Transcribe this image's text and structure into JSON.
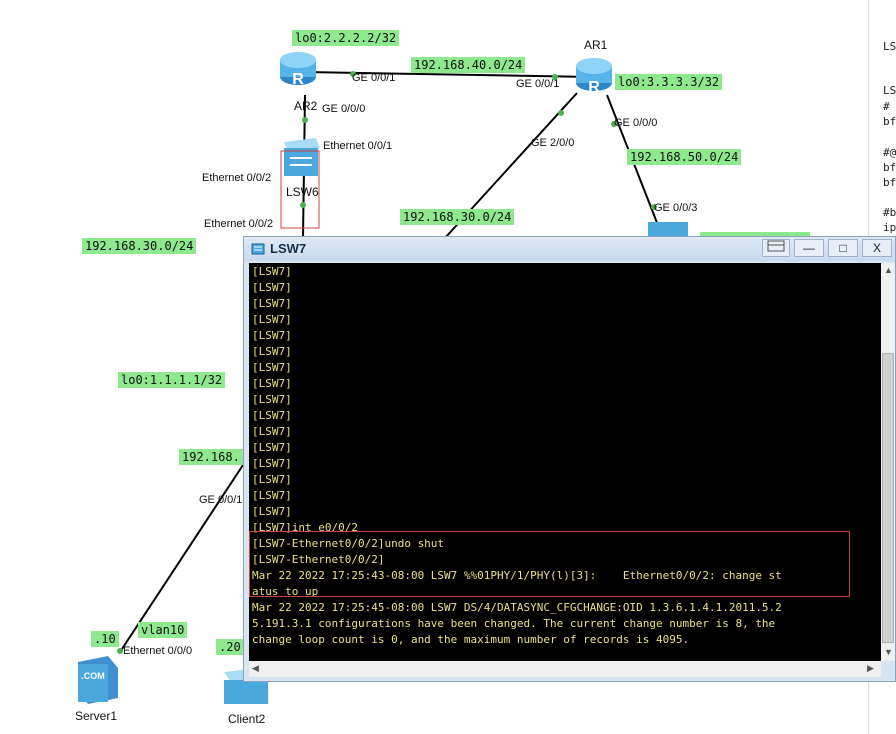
{
  "topology": {
    "devices": {
      "ar2": "AR2",
      "ar1": "AR1",
      "lsw6": "LSW6",
      "server1": "Server1",
      "client2": "Client2"
    },
    "subnets": {
      "lo_ar2": "lo0:2.2.2.2/32",
      "net40": "192.168.40.0/24",
      "lo_ar1": "lo0:3.3.3.3/32",
      "net50": "192.168.50.0/24",
      "net30": "192.168.30.0/24",
      "net_partial": "192.168.30.0/24",
      "lo_lsw": "lo0:1.1.1.1/32",
      "net_left_partial": "192.168.",
      "ip10": ".10",
      "vlan10": "vlan10",
      "ip20": ".20"
    },
    "ports": {
      "ar2_ge001": "GE 0/0/1",
      "ar1_ge001": "GE 0/0/1",
      "ar2_ge000": "GE 0/0/0",
      "lsw6_eth001": "Ethernet 0/0/1",
      "lsw6_eth002_a": "Ethernet 0/0/2",
      "lsw6_eth002_b": "Ethernet 0/0/2",
      "ar1_ge200": "GE 2/0/0",
      "ar1_ge000": "GE 0/0/0",
      "ge003": "GE 0/0/3",
      "ge001_left": "GE 0/0/1",
      "server_eth000": "Ethernet 0/0/0"
    },
    "side_strip": [
      "LS",
      "LS",
      "#",
      "bf",
      "#@",
      "bf",
      "bf",
      "#b",
      "ip"
    ]
  },
  "window": {
    "title": "LSW7",
    "controls": {
      "minimize": "—",
      "maximize": "□",
      "close": "X"
    },
    "console_lines": [
      "[LSW7]",
      "[LSW7]",
      "[LSW7]",
      "[LSW7]",
      "[LSW7]",
      "[LSW7]",
      "[LSW7]",
      "[LSW7]",
      "[LSW7]",
      "[LSW7]",
      "[LSW7]",
      "[LSW7]",
      "[LSW7]",
      "[LSW7]",
      "[LSW7]",
      "[LSW7]",
      "[LSW7]int e0/0/2",
      "[LSW7-Ethernet0/0/2]undo shut",
      "[LSW7-Ethernet0/0/2]",
      "Mar 22 2022 17:25:43-08:00 LSW7 %%01PHY/1/PHY(l)[3]:    Ethernet0/0/2: change st",
      "atus to up",
      "Mar 22 2022 17:25:45-08:00 LSW7 DS/4/DATASYNC_CFGCHANGE:OID 1.3.6.1.4.1.2011.5.2",
      "5.191.3.1 configurations have been changed. The current change number is 8, the",
      "change loop count is 0, and the maximum number of records is 4095."
    ]
  },
  "colors": {
    "label_green": "#8ee88e",
    "console_bg": "#000000",
    "console_text": "#e8e08a",
    "highlight": "#d04040"
  }
}
